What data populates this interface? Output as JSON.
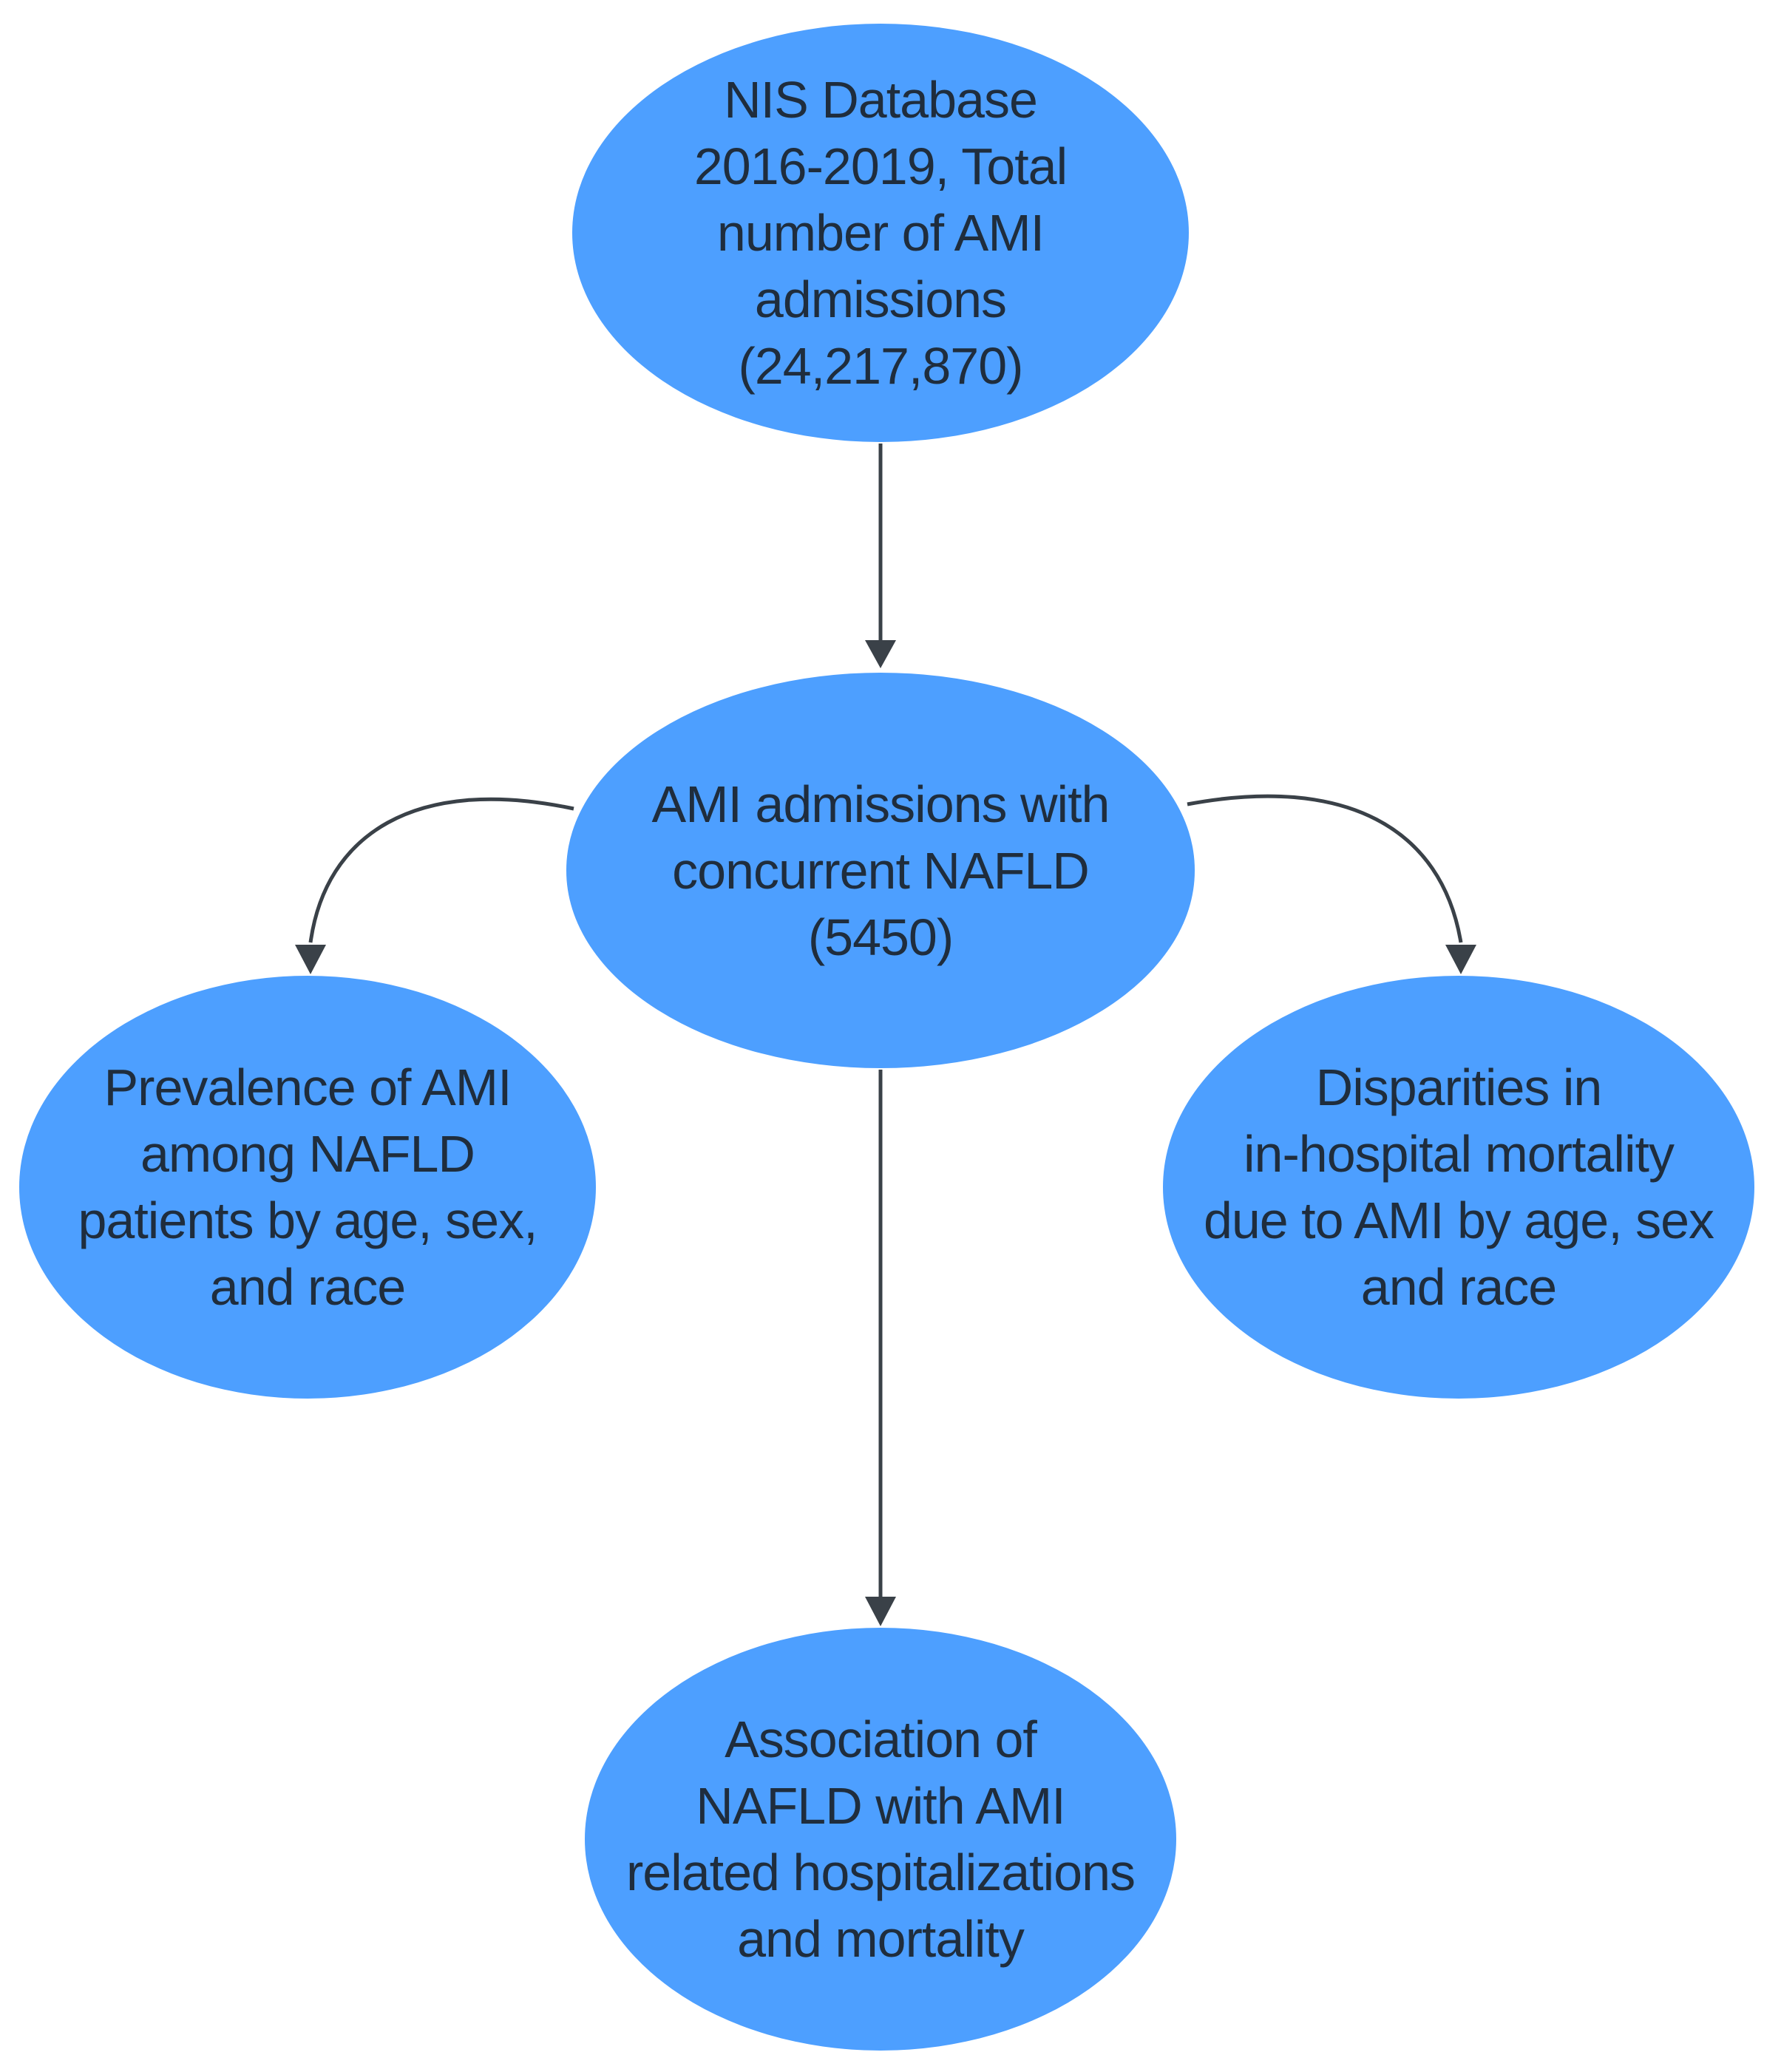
{
  "colors": {
    "node_fill": "#4d9fff",
    "node_text": "#1f2d3d",
    "connector": "#3a4148",
    "background": "#ffffff"
  },
  "nodes": {
    "nis_database": "NIS  Database\n2016-2019, Total\nnumber of AMI\nadmissions\n(24,217,870)",
    "ami_nafld": "AMI admissions with\nconcurrent NAFLD\n(5450)",
    "prevalence": "Prevalence of AMI\namong NAFLD\npatients by age, sex,\nand race",
    "disparities": "Disparities in\nin-hospital mortality\ndue to AMI by age, sex\nand race",
    "association": "Association of\nNAFLD with AMI\nrelated hospitalizations\nand mortality"
  },
  "connectors": [
    {
      "from": "nis_database",
      "to": "ami_nafld",
      "style": "straight"
    },
    {
      "from": "ami_nafld",
      "to": "prevalence",
      "style": "curved"
    },
    {
      "from": "ami_nafld",
      "to": "disparities",
      "style": "curved"
    },
    {
      "from": "ami_nafld",
      "to": "association",
      "style": "straight"
    }
  ]
}
